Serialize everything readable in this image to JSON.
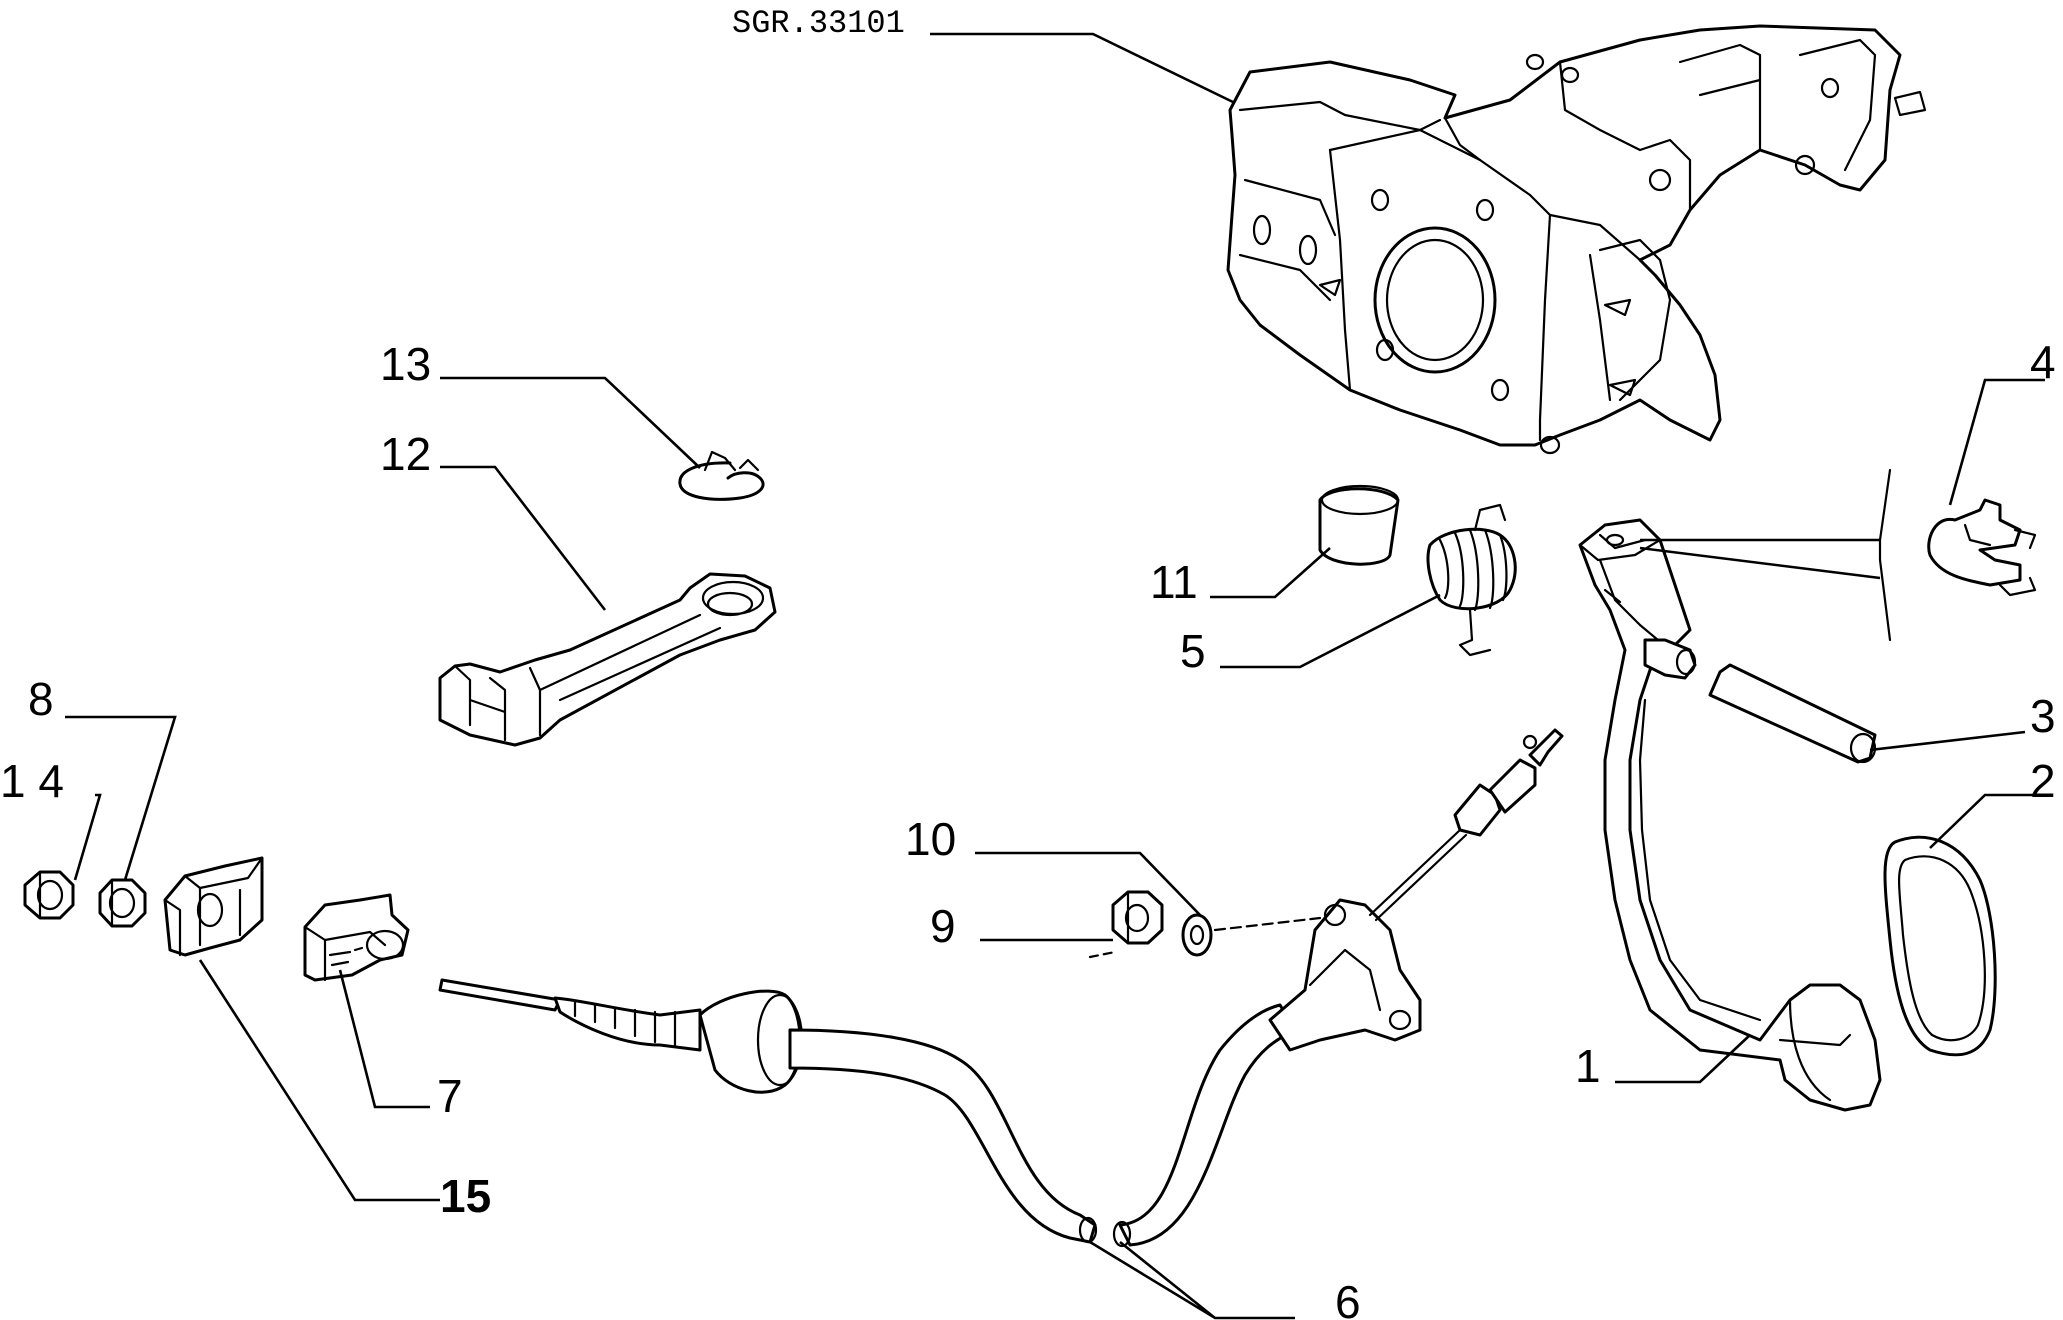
{
  "reference_code": "SGR.33101",
  "callouts": {
    "c1": "1",
    "c2": "2",
    "c3": "3",
    "c4": "4",
    "c5": "5",
    "c6": "6",
    "c7": "7",
    "c8": "8",
    "c9": "9",
    "c10": "10",
    "c11": "11",
    "c12": "12",
    "c13": "13",
    "c14": "1 4",
    "c15": "15"
  }
}
